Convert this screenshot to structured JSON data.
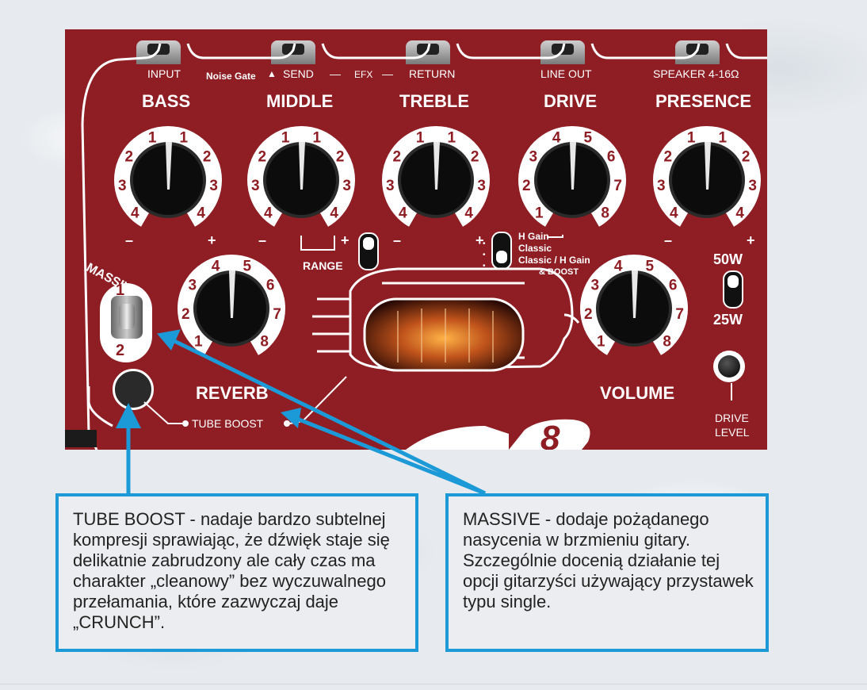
{
  "panel": {
    "top_labels": {
      "input": "INPUT",
      "noise_gate": "Noise Gate",
      "send": "SEND",
      "efx": "EFX",
      "return": "RETURN",
      "line_out": "LINE OUT",
      "speaker": "SPEAKER 4-16Ω"
    },
    "knobs": {
      "bass": "BASS",
      "middle": "MIDDLE",
      "treble": "TREBLE",
      "drive": "DRIVE",
      "presence": "PRESENCE",
      "reverb": "REVERB",
      "volume": "VOLUME"
    },
    "scale_tone": [
      "1",
      "2",
      "3",
      "4",
      "1",
      "2",
      "3",
      "4"
    ],
    "scale_drive": [
      "5",
      "6",
      "7",
      "8",
      "4",
      "3",
      "2",
      "1"
    ],
    "minus": "–",
    "plus": "+",
    "range": "RANGE",
    "mode_switch": {
      "hgain": "H Gain",
      "classic": "Classic",
      "classic_hgain": "Classic / H Gain",
      "boost": "& BOOST"
    },
    "power": {
      "high": "50W",
      "low": "25W"
    },
    "drive_level": {
      "line1": "DRIVE",
      "line2": "LEVEL"
    },
    "massive": {
      "label": "MASSIVE",
      "pos1": "1",
      "pos2": "2"
    },
    "tube_boost": "TUBE BOOST",
    "logo_partial": "8"
  },
  "callouts": {
    "tube_boost_text": "TUBE BOOST - nadaje bardzo subtelnej kompresji sprawiając, że dźwięk staje się delikatnie zabrudzony ale cały czas ma charakter „cleanowy” bez wyczuwalnego przełamania, które zazwyczaj daje „CRUNCH”.",
    "massive_text": "MASSIVE - dodaje pożądanego nasycenia w brzmieniu gitary. Szczególnie docenią działanie tej opcji gitarzyści używający przystawek typu single."
  },
  "colors": {
    "panel_red": "#8f1e24",
    "accent_blue": "#1c9ad8"
  }
}
